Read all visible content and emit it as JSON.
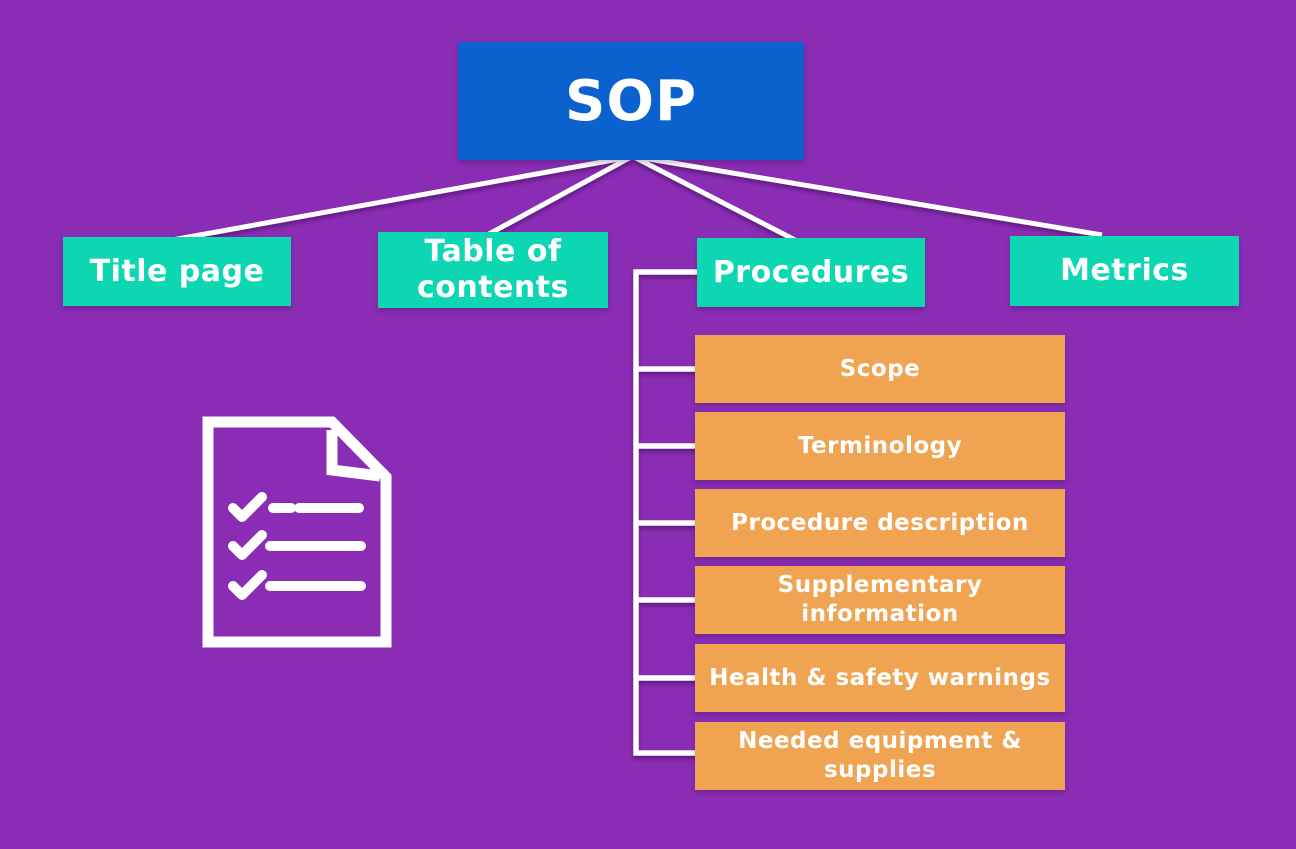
{
  "colors": {
    "background": "#8A2DB4",
    "root_box": "#0B62CE",
    "branch_box": "#0DD6B2",
    "child_box": "#F0A351",
    "text": "#FFFFFF",
    "connector": "#FFFFFF"
  },
  "root": {
    "label": "SOP"
  },
  "branches": [
    {
      "label": "Title page"
    },
    {
      "label": "Table of contents"
    },
    {
      "label": "Procedures"
    },
    {
      "label": "Metrics"
    }
  ],
  "procedure_items": [
    {
      "label": "Scope"
    },
    {
      "label": "Terminology"
    },
    {
      "label": "Procedure description"
    },
    {
      "label": "Supplementary information"
    },
    {
      "label": "Health & safety warnings"
    },
    {
      "label": "Needed equipment & supplies"
    }
  ],
  "icon": {
    "name": "checklist-document-icon"
  }
}
